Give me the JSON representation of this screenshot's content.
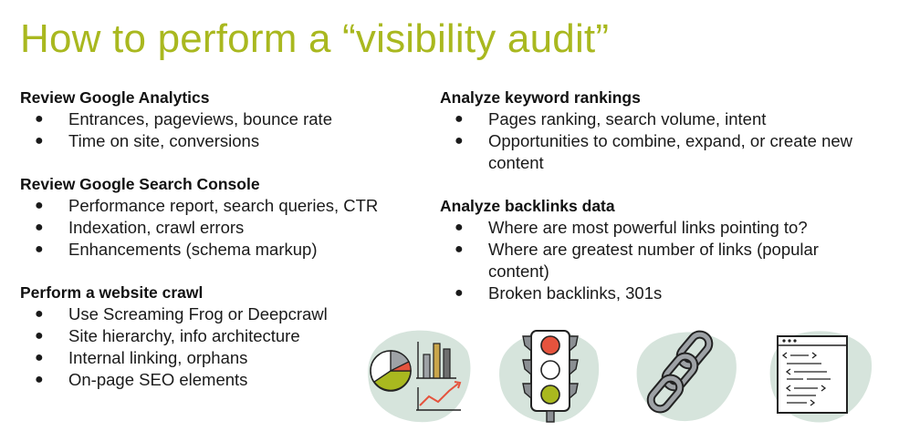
{
  "title": "How to perform a “visibility audit”",
  "colors": {
    "title": "#a9b81f",
    "blob": "#d6e4dc",
    "accent_green": "#a9b81f",
    "accent_red": "#e5533d"
  },
  "left_column": [
    {
      "heading": "Review Google Analytics",
      "items": [
        "Entrances, pageviews, bounce rate",
        "Time on site, conversions"
      ]
    },
    {
      "heading": "Review Google Search Console",
      "items": [
        "Performance report, search queries, CTR",
        "Indexation, crawl errors",
        "Enhancements (schema markup)"
      ]
    },
    {
      "heading": "Perform a website crawl",
      "items": [
        "Use Screaming Frog or Deepcrawl",
        "Site hierarchy, info architecture",
        "Internal linking, orphans",
        "On-page SEO elements"
      ]
    }
  ],
  "right_column": [
    {
      "heading": "Analyze keyword rankings",
      "items": [
        "Pages ranking, search volume, intent",
        "Opportunities to combine, expand, or create new content"
      ]
    },
    {
      "heading": "Analyze backlinks data",
      "items": [
        "Where are most powerful links pointing to?",
        "Where are greatest number of links (popular content)",
        "Broken backlinks, 301s"
      ]
    }
  ],
  "bullet": "●",
  "icons": [
    "charts-icon",
    "traffic-light-icon",
    "chain-link-icon",
    "code-document-icon"
  ]
}
